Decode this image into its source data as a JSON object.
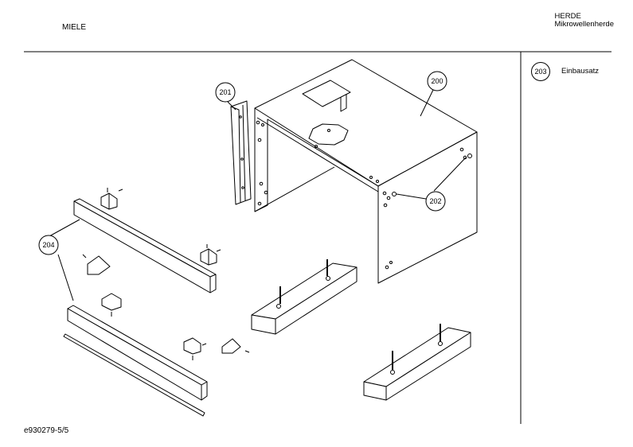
{
  "header": {
    "brand": "MIELE",
    "category": "HERDE",
    "subcategory": "Mikrowellenherde"
  },
  "footer": {
    "code": "e930279-5/5"
  },
  "legend": [
    {
      "number": "203",
      "label": "Einbausatz"
    }
  ],
  "callouts": {
    "c200": "200",
    "c201": "201",
    "c202": "202",
    "c204": "204"
  }
}
